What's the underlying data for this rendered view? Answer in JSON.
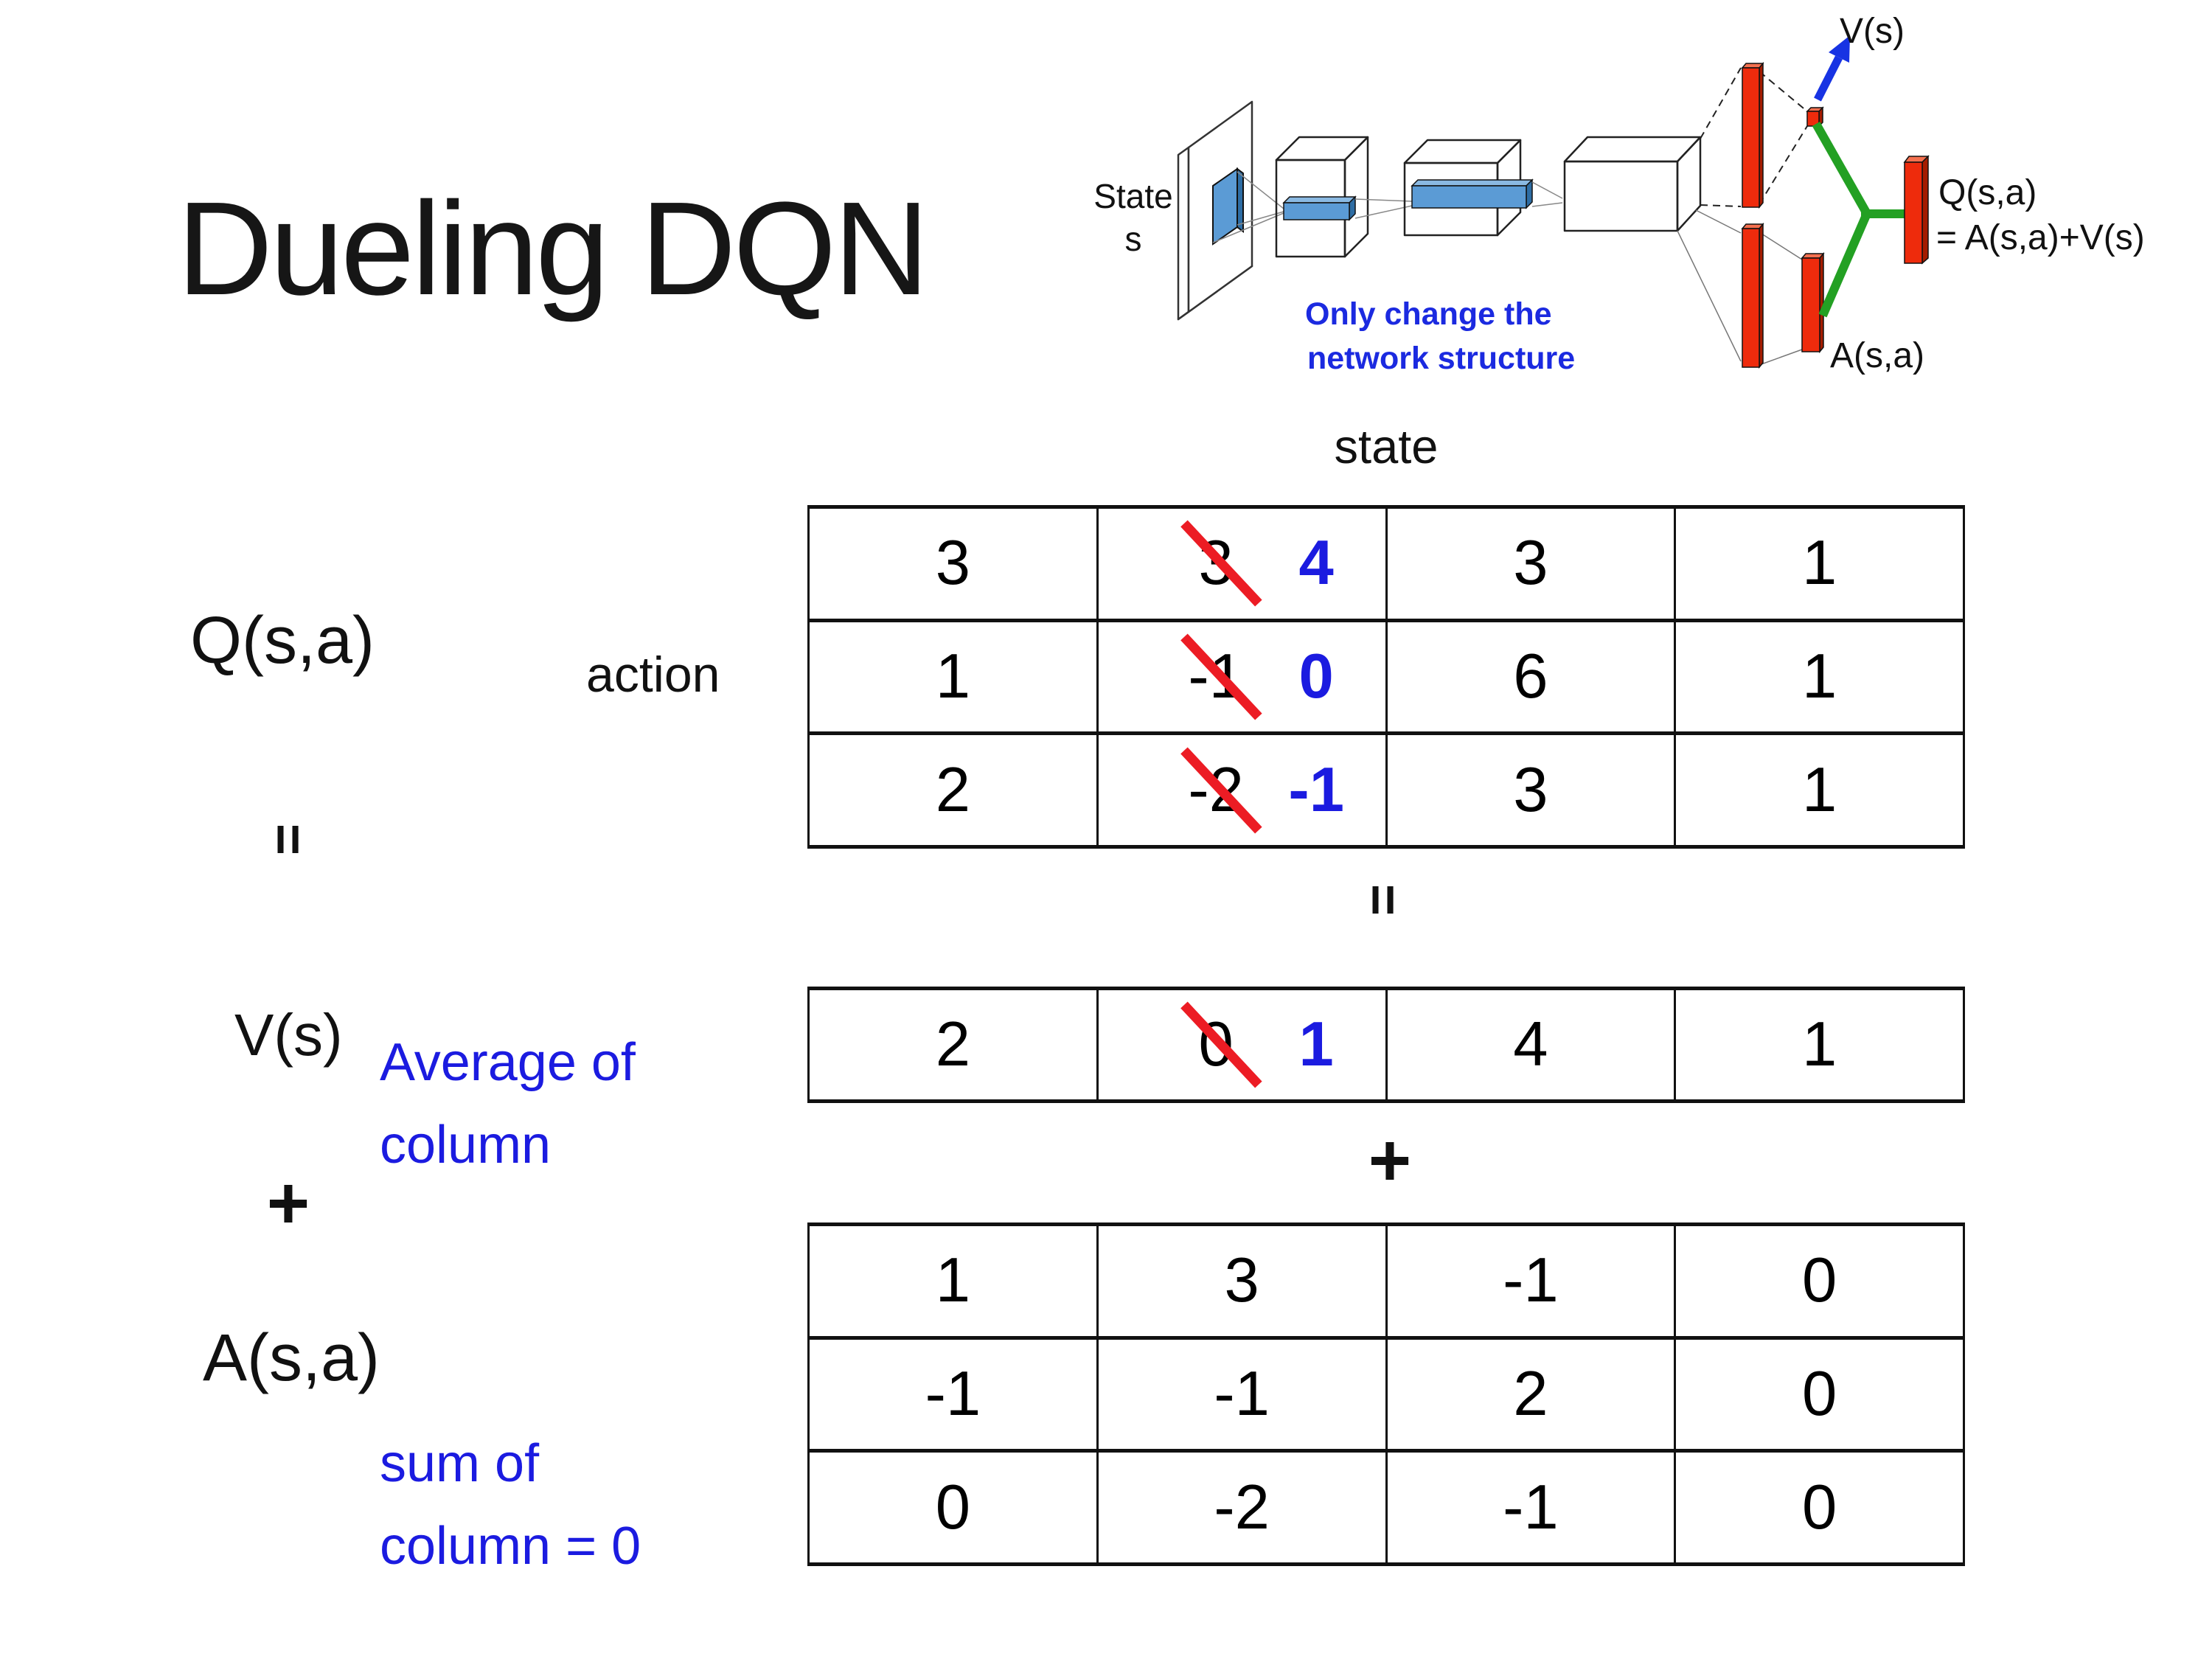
{
  "title": "Dueling DQN",
  "diagram": {
    "state_label_line1": "State",
    "state_label_line2": "s",
    "note_line1": "Only change the",
    "note_line2": "network structure",
    "v_out_label": "V(s)",
    "a_out_label": "A(s,a)",
    "q_out_label": "Q(s,a)",
    "q_formula": "= A(s,a)+V(s)",
    "colors": {
      "bar_red": "#ee2b0c",
      "bar_red_dark": "#a51c00",
      "bar_red_light": "#f4704f",
      "box_blue": "#5b9bd5",
      "box_blue_dark": "#2e6da4",
      "box_blue_light": "#8ab9e2",
      "green": "#23a023",
      "arrow_blue": "#1733e3",
      "note_blue": "#1b2ae0"
    }
  },
  "matrix_section": {
    "state_header": "state",
    "action_label": "action",
    "q_label": "Q(s,a)",
    "v_label": "V(s)",
    "a_label": "A(s,a)",
    "equals_left": "=",
    "equals_mid": "=",
    "plus_left": "+",
    "plus_mid": "+",
    "avg_note": "Average of\ncolumn",
    "sum_note": "sum of\ncolumn = 0",
    "strike_color": "#ec1c24",
    "new_value_color": "#1b1be0"
  },
  "tables": {
    "q": {
      "rows": [
        [
          {
            "v": "3"
          },
          {
            "v": "3",
            "new": "4"
          },
          {
            "v": "3"
          },
          {
            "v": "1"
          }
        ],
        [
          {
            "v": "1"
          },
          {
            "v": "-1",
            "new": "0"
          },
          {
            "v": "6"
          },
          {
            "v": "1"
          }
        ],
        [
          {
            "v": "2"
          },
          {
            "v": "-2",
            "new": "-1"
          },
          {
            "v": "3"
          },
          {
            "v": "1"
          }
        ]
      ]
    },
    "v": {
      "rows": [
        [
          {
            "v": "2"
          },
          {
            "v": "0",
            "new": "1"
          },
          {
            "v": "4"
          },
          {
            "v": "1"
          }
        ]
      ]
    },
    "a": {
      "rows": [
        [
          {
            "v": "1"
          },
          {
            "v": "3"
          },
          {
            "v": "-1"
          },
          {
            "v": "0"
          }
        ],
        [
          {
            "v": "-1"
          },
          {
            "v": "-1"
          },
          {
            "v": "2"
          },
          {
            "v": "0"
          }
        ],
        [
          {
            "v": "0"
          },
          {
            "v": "-2"
          },
          {
            "v": "-1"
          },
          {
            "v": "0"
          }
        ]
      ]
    }
  }
}
